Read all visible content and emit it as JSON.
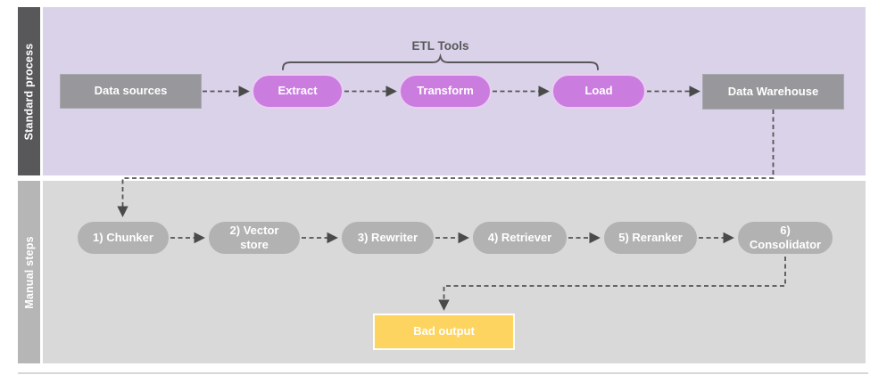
{
  "lanes": {
    "standard": {
      "label": "Standard process"
    },
    "manual": {
      "label": "Manual steps"
    }
  },
  "bracket_label": "ETL Tools",
  "nodes": {
    "data_sources": "Data sources",
    "extract": "Extract",
    "transform": "Transform",
    "load": "Load",
    "data_warehouse": "Data Warehouse",
    "chunker": "1) Chunker",
    "vector_store": "2) Vector store",
    "rewriter": "3) Rewriter",
    "retriever": "4) Retriever",
    "reranker": "5) Reranker",
    "consolidator": "6) Consolidator",
    "bad_output": "Bad output"
  },
  "colors": {
    "standard_lane_bg": "#d9d2e9",
    "standard_lane_bar": "#58585a",
    "manual_lane_bg": "#d9d9d9",
    "manual_lane_bar": "#b6b6b6",
    "etl_node": "#ca7ddf",
    "storage_node": "#98989c",
    "manual_node": "#b2b2b2",
    "bad_output_node": "#fdd45f",
    "connector": "#545454"
  }
}
